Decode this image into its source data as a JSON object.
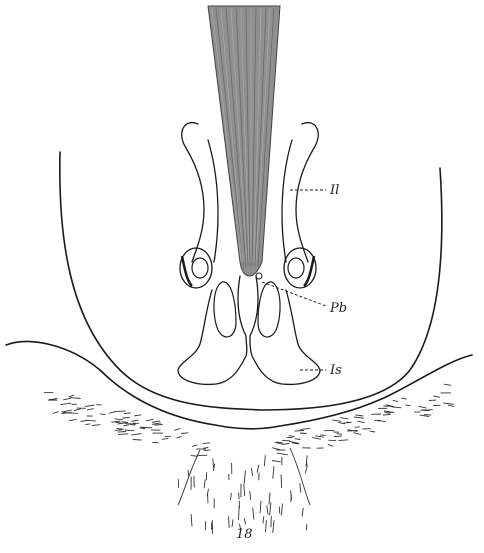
{
  "figure": {
    "labels": {
      "ilium": "Il",
      "pubis": "Pb",
      "ischium": "Is"
    },
    "figure_number": "18"
  }
}
